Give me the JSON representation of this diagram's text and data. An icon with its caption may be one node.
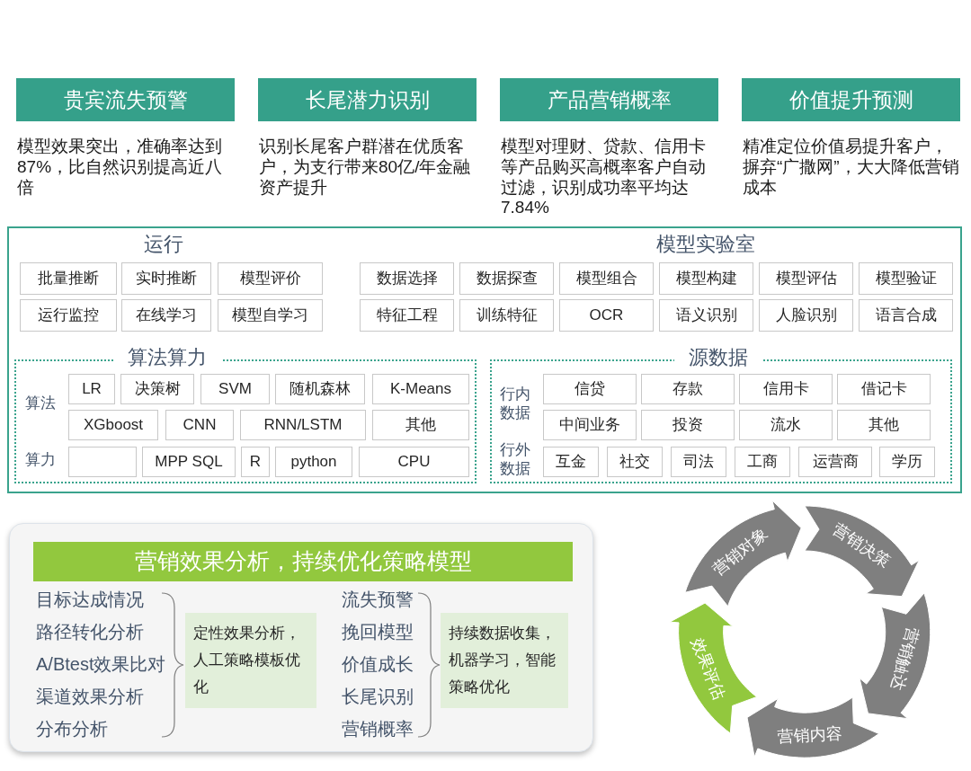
{
  "diagram": {
    "nodes": [
      {
        "text": [
          "贵宾流失预警"
        ],
        "beside": [
          "模型效果突出，准确率达到87%，比自然识别提高近八倍"
        ]
      },
      {
        "text": [
          "长尾潜力识别"
        ],
        "beside": [
          "识别长尾客户群潜在优质客户，为支行带来80亿/年金融资产提升"
        ]
      },
      {
        "text": [
          "产品营销概率"
        ],
        "beside": [
          "模型对理财、贷款、信用卡等产品购买高概率客户自动过滤，识别成功率平均达7.84%"
        ]
      },
      {
        "text": [
          "价值提升预测"
        ],
        "beside": [
          "精准定位价值易提升客户，摒弃“广撒网”，大大降低营销成本"
        ]
      },
      {
        "text": [
          "运行",
          "模型实验室"
        ]
      },
      {
        "text": [
          "批量推断"
        ],
        "in": 4
      },
      {
        "text": [
          "实时推断"
        ],
        "in": 4
      },
      {
        "text": [
          "模型评价"
        ],
        "in": 4
      },
      {
        "text": [
          "运行监控"
        ],
        "in": 4
      },
      {
        "text": [
          "在线学习"
        ],
        "in": 4
      },
      {
        "text": [
          "模型自学习"
        ],
        "in": 4
      },
      {
        "text": [
          "数据选择"
        ],
        "in": 4
      },
      {
        "text": [
          "数据探查"
        ],
        "in": 4
      },
      {
        "text": [
          "模型组合"
        ],
        "in": 4
      },
      {
        "text": [
          "模型构建"
        ],
        "in": 4
      },
      {
        "text": [
          "模型评估"
        ],
        "in": 4
      },
      {
        "text": [
          "模型验证"
        ],
        "in": 4
      },
      {
        "text": [
          "特征工程"
        ],
        "in": 4
      },
      {
        "text": [
          "训练特征"
        ],
        "in": 4
      },
      {
        "text": [
          "OCR"
        ],
        "in": 4
      },
      {
        "text": [
          "语义识别"
        ],
        "in": 4
      },
      {
        "text": [
          "人脸识别"
        ],
        "in": 4
      },
      {
        "text": [
          "语言合成"
        ],
        "in": 4
      },
      {
        "text": [
          "算法算力",
          "算法",
          "算力"
        ],
        "in": 4
      },
      {
        "text": [
          "LR"
        ],
        "in": 23
      },
      {
        "text": [
          "决策树"
        ],
        "in": 23
      },
      {
        "text": [
          "SVM"
        ],
        "in": 23
      },
      {
        "text": [
          "随机森林"
        ],
        "in": 23
      },
      {
        "text": [
          "K-Means"
        ],
        "in": 23
      },
      {
        "text": [
          "XGboost"
        ],
        "in": 23
      },
      {
        "text": [
          "CNN"
        ],
        "in": 23
      },
      {
        "text": [
          "RNN/LSTM"
        ],
        "in": 23
      },
      {
        "text": [
          "其他"
        ],
        "in": 23
      },
      {
        "text": [],
        "shape": "box",
        "in": 23
      },
      {
        "text": [
          "MPP SQL"
        ],
        "in": 23
      },
      {
        "text": [
          "R"
        ],
        "in": 23
      },
      {
        "text": [
          "python"
        ],
        "in": 23
      },
      {
        "text": [
          "CPU"
        ],
        "in": 23
      },
      {
        "text": [
          "源数据",
          "行内数据",
          "行外数据"
        ],
        "in": 4
      },
      {
        "text": [
          "信贷"
        ],
        "in": 38
      },
      {
        "text": [
          "存款"
        ],
        "in": 38
      },
      {
        "text": [
          "信用卡"
        ],
        "in": 38
      },
      {
        "text": [
          "借记卡"
        ],
        "in": 38
      },
      {
        "text": [
          "中间业务"
        ],
        "in": 38
      },
      {
        "text": [
          "投资"
        ],
        "in": 38
      },
      {
        "text": [
          "流水"
        ],
        "in": 38
      },
      {
        "text": [
          "其他"
        ],
        "in": 38
      },
      {
        "text": [
          "互金"
        ],
        "in": 38
      },
      {
        "text": [
          "社交"
        ],
        "in": 38
      },
      {
        "text": [
          "司法"
        ],
        "in": 38
      },
      {
        "text": [
          "工商"
        ],
        "in": 38
      },
      {
        "text": [
          "运营商"
        ],
        "in": 38
      },
      {
        "text": [
          "学历"
        ],
        "in": 38
      },
      {
        "text": [],
        "shape": "box"
      },
      {
        "text": [
          "营销效果分析，持续优化策略模型"
        ],
        "in": 53
      },
      {
        "text": [
          "定性效果分析，人工策略模板优化"
        ],
        "in": 53
      },
      {
        "text": [
          "持续数据收集，机器学习，智能策略优化"
        ],
        "in": 53
      },
      {
        "text": [
          "营销对象"
        ]
      },
      {
        "text": [
          "营销决策"
        ]
      },
      {
        "text": [
          "营销触达"
        ]
      },
      {
        "text": [
          "营销内容"
        ]
      },
      {
        "text": [
          "效果评估"
        ]
      }
    ],
    "labels": [
      "目标达成情况",
      "流失预警",
      "路径转化分析",
      "挽回模型",
      "A/Btest效果比对",
      "价值成长",
      "渠道效果分析",
      "长尾识别",
      "分布分析",
      "营销概率"
    ]
  }
}
